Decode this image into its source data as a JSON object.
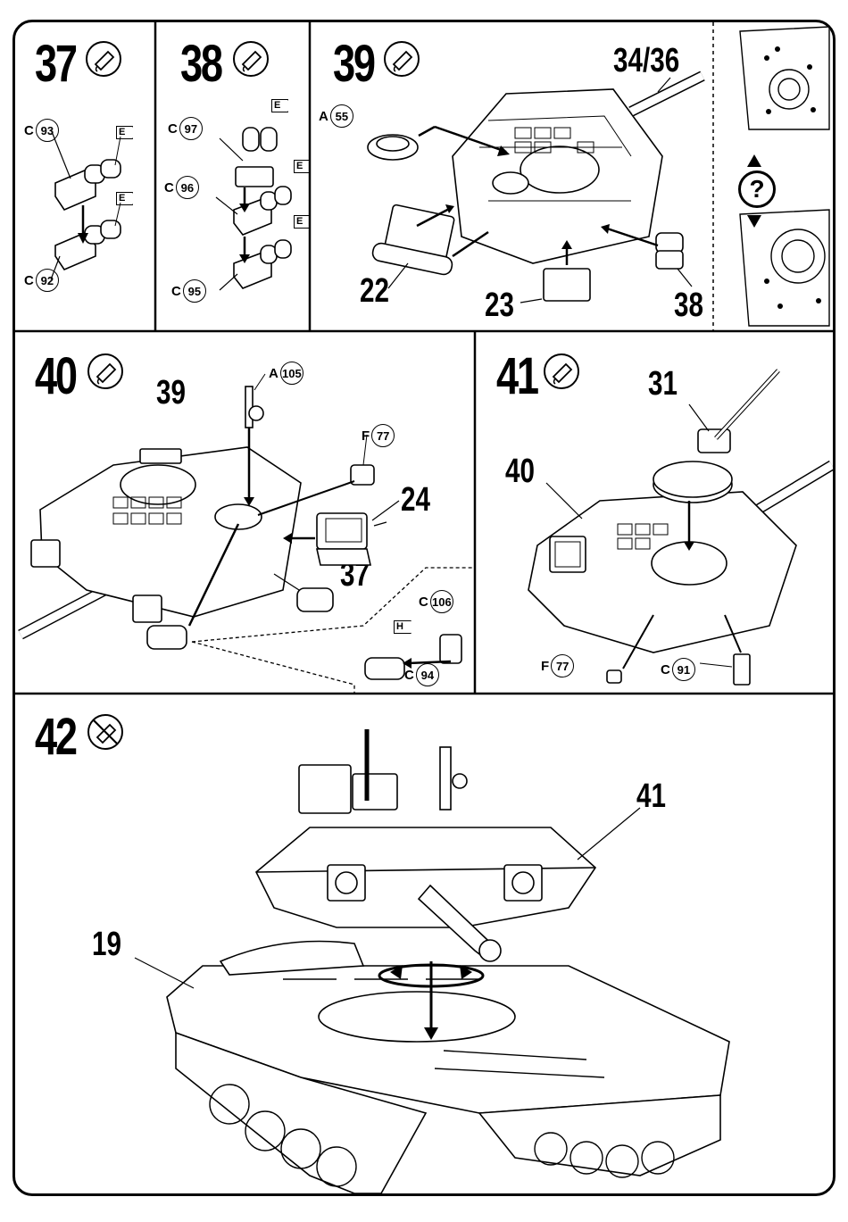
{
  "steps": {
    "s37": {
      "number": "37",
      "glue": true,
      "parts": [
        {
          "letter": "C",
          "num": "93"
        },
        {
          "letter": "C",
          "num": "92"
        }
      ],
      "flags": [
        "E",
        "E"
      ]
    },
    "s38": {
      "number": "38",
      "glue": true,
      "parts": [
        {
          "letter": "C",
          "num": "97"
        },
        {
          "letter": "C",
          "num": "96"
        },
        {
          "letter": "C",
          "num": "95"
        }
      ],
      "flags": [
        "E",
        "E",
        "E"
      ]
    },
    "s39": {
      "number": "39",
      "glue": true,
      "parts": [
        {
          "letter": "A",
          "num": "55"
        }
      ],
      "callouts": [
        "34/36",
        "22",
        "23",
        "38"
      ]
    },
    "s40": {
      "number": "40",
      "glue": true,
      "parts": [
        {
          "letter": "A",
          "num": "105"
        },
        {
          "letter": "F",
          "num": "77"
        },
        {
          "letter": "C",
          "num": "106"
        },
        {
          "letter": "C",
          "num": "94"
        }
      ],
      "flags": [
        "H"
      ],
      "callouts": [
        "39",
        "24",
        "37"
      ]
    },
    "s41": {
      "number": "41",
      "glue": true,
      "parts": [
        {
          "letter": "F",
          "num": "77"
        },
        {
          "letter": "C",
          "num": "91"
        }
      ],
      "callouts": [
        "31",
        "40"
      ]
    },
    "s42": {
      "number": "42",
      "glue": false,
      "callouts": [
        "41",
        "19"
      ]
    }
  },
  "question_mark": "?",
  "icons": {
    "glue": "glue-bottle-icon",
    "no_glue": "no-glue-icon",
    "question": "question-mark-icon"
  }
}
